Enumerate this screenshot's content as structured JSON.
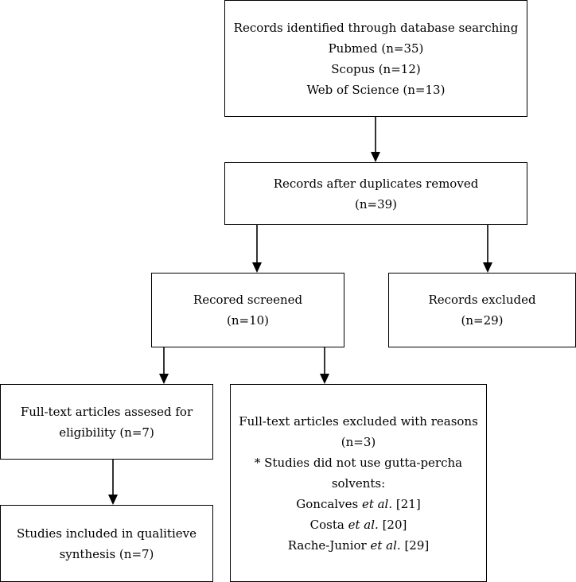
{
  "boxes": {
    "identified": {
      "title": "Records identified through database searching",
      "lines": [
        "Pubmed (n=35)",
        "Scopus (n=12)",
        "Web of Science (n=13)"
      ]
    },
    "duplicates_removed": {
      "title": "Records after duplicates removed",
      "count": "(n=39)"
    },
    "screened": {
      "title": "Recored screened",
      "count": "(n=10)"
    },
    "excluded": {
      "title": "Records excluded",
      "count": "(n=29)"
    },
    "eligibility": {
      "line1": "Full-text articles assesed for",
      "line2": "eligibility (n=7)"
    },
    "fulltext_excluded": {
      "title": "Full-text articles excluded with reasons",
      "count": "(n=3)",
      "reason_line1": "* Studies did not use gutta-percha",
      "reason_line2": "solvents:",
      "refs": [
        {
          "author": "Goncalves",
          "etal": "et al.",
          "ref": "[21]"
        },
        {
          "author": "Costa",
          "etal": "et al.",
          "ref": "[20]"
        },
        {
          "author": "Rache-Junior",
          "etal": "et al.",
          "ref": "[29]"
        }
      ]
    },
    "included": {
      "line1": "Studies included in qualitieve",
      "line2": "synthesis (n=7)"
    }
  }
}
